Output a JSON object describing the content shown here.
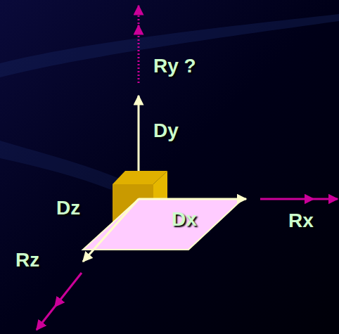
{
  "diagram": {
    "labels": [
      "Ry ?",
      "Dy",
      "Dz",
      "Dx",
      "Rx",
      "Rz"
    ]
  }
}
